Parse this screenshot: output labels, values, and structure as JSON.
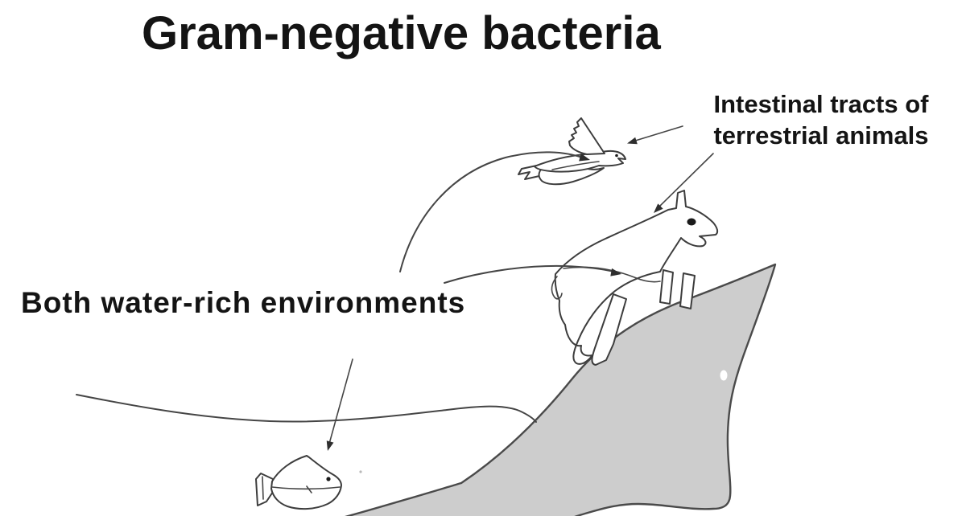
{
  "title": "Gram-negative bacteria",
  "annotations": {
    "terrestrial_label": {
      "line1": "Intestinal tracts of",
      "line2": "terrestrial animals"
    },
    "aquatic_label": "Both water-rich environments"
  },
  "figures": {
    "bird": "flying-bird-line-drawing",
    "cow": "cow-climbing-hill-line-drawing",
    "fish": "fish-line-drawing",
    "hill": "gray-hill-slope",
    "water": "water-surface-line"
  },
  "colors": {
    "background": "#ffffff",
    "text": "#141414",
    "line": "#454545",
    "hill_fill": "#cdcdcd"
  }
}
